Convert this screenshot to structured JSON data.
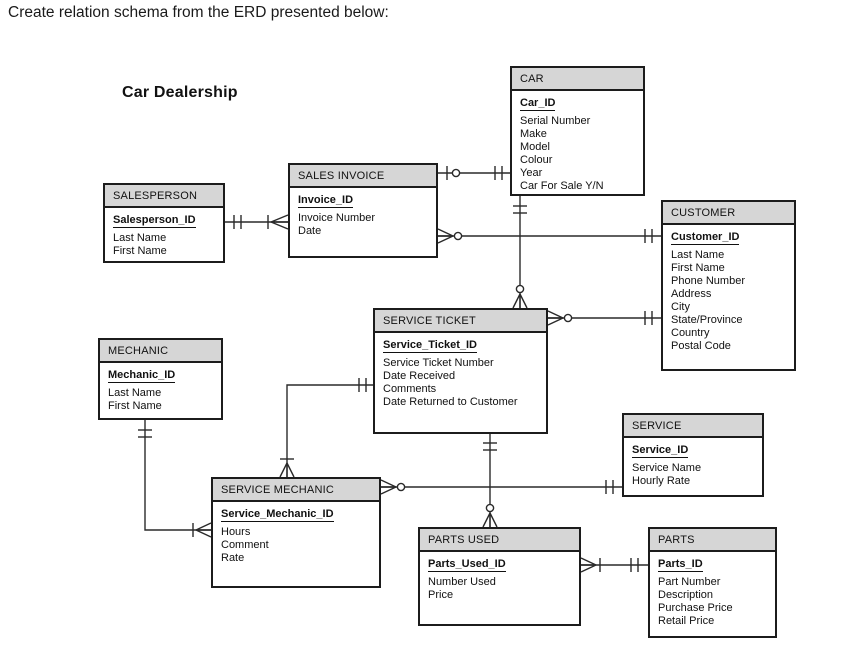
{
  "page": {
    "instruction": "Create relation schema from the ERD presented below:",
    "diagram_title": "Car Dealership"
  },
  "colors": {
    "header_fill": "#d6d6d6",
    "border": "#1c1c1c",
    "background": "#ffffff",
    "text": "#111111"
  },
  "entities": [
    {
      "name": "CAR",
      "pk": "Car_ID",
      "attributes": [
        "Serial Number",
        "Make",
        "Model",
        "Colour",
        "Year",
        "Car For Sale Y/N"
      ]
    },
    {
      "name": "SALES INVOICE",
      "pk": "Invoice_ID",
      "attributes": [
        "Invoice Number",
        "Date"
      ]
    },
    {
      "name": "SALESPERSON",
      "pk": "Salesperson_ID",
      "attributes": [
        "Last Name",
        "First Name"
      ]
    },
    {
      "name": "CUSTOMER",
      "pk": "Customer_ID",
      "attributes": [
        "Last Name",
        "First Name",
        "Phone Number",
        "Address",
        "City",
        "State/Province",
        "Country",
        "Postal Code"
      ]
    },
    {
      "name": "SERVICE TICKET",
      "pk": "Service_Ticket_ID",
      "attributes": [
        "Service Ticket Number",
        "Date Received",
        "Comments",
        "Date Returned to Customer"
      ]
    },
    {
      "name": "MECHANIC",
      "pk": "Mechanic_ID",
      "attributes": [
        "Last Name",
        "First Name"
      ]
    },
    {
      "name": "SERVICE",
      "pk": "Service_ID",
      "attributes": [
        "Service Name",
        "Hourly Rate"
      ]
    },
    {
      "name": "SERVICE MECHANIC",
      "pk": "Service_Mechanic_ID",
      "attributes": [
        "Hours",
        "Comment",
        "Rate"
      ]
    },
    {
      "name": "PARTS USED",
      "pk": "Parts_Used_ID",
      "attributes": [
        "Number Used",
        "Price"
      ]
    },
    {
      "name": "PARTS",
      "pk": "Parts_ID",
      "attributes": [
        "Part Number",
        "Description",
        "Purchase Price",
        "Retail Price"
      ]
    }
  ],
  "relationships": [
    {
      "from": "SALESPERSON",
      "to": "SALES INVOICE",
      "from_cardinality": "one-and-only-one",
      "to_cardinality": "one-or-many"
    },
    {
      "from": "SALES INVOICE",
      "to": "CAR",
      "from_cardinality": "zero-or-one",
      "to_cardinality": "one-and-only-one"
    },
    {
      "from": "CAR",
      "to": "SERVICE TICKET",
      "from_cardinality": "one-and-only-one",
      "to_cardinality": "zero-or-many"
    },
    {
      "from": "SALES INVOICE",
      "to": "CUSTOMER",
      "from_cardinality": "zero-or-many",
      "to_cardinality": "one-and-only-one"
    },
    {
      "from": "SERVICE TICKET",
      "to": "CUSTOMER",
      "from_cardinality": "zero-or-many",
      "to_cardinality": "one-and-only-one"
    },
    {
      "from": "SERVICE TICKET",
      "to": "SERVICE MECHANIC",
      "from_cardinality": "one-and-only-one",
      "to_cardinality": "one-or-many"
    },
    {
      "from": "MECHANIC",
      "to": "SERVICE MECHANIC",
      "from_cardinality": "one-and-only-one",
      "to_cardinality": "one-or-many"
    },
    {
      "from": "SERVICE MECHANIC",
      "to": "SERVICE",
      "from_cardinality": "zero-or-many",
      "to_cardinality": "one-and-only-one"
    },
    {
      "from": "SERVICE TICKET",
      "to": "PARTS USED",
      "from_cardinality": "one-and-only-one",
      "to_cardinality": "zero-or-many"
    },
    {
      "from": "PARTS USED",
      "to": "PARTS",
      "from_cardinality": "one-or-many",
      "to_cardinality": "one-and-only-one"
    }
  ]
}
